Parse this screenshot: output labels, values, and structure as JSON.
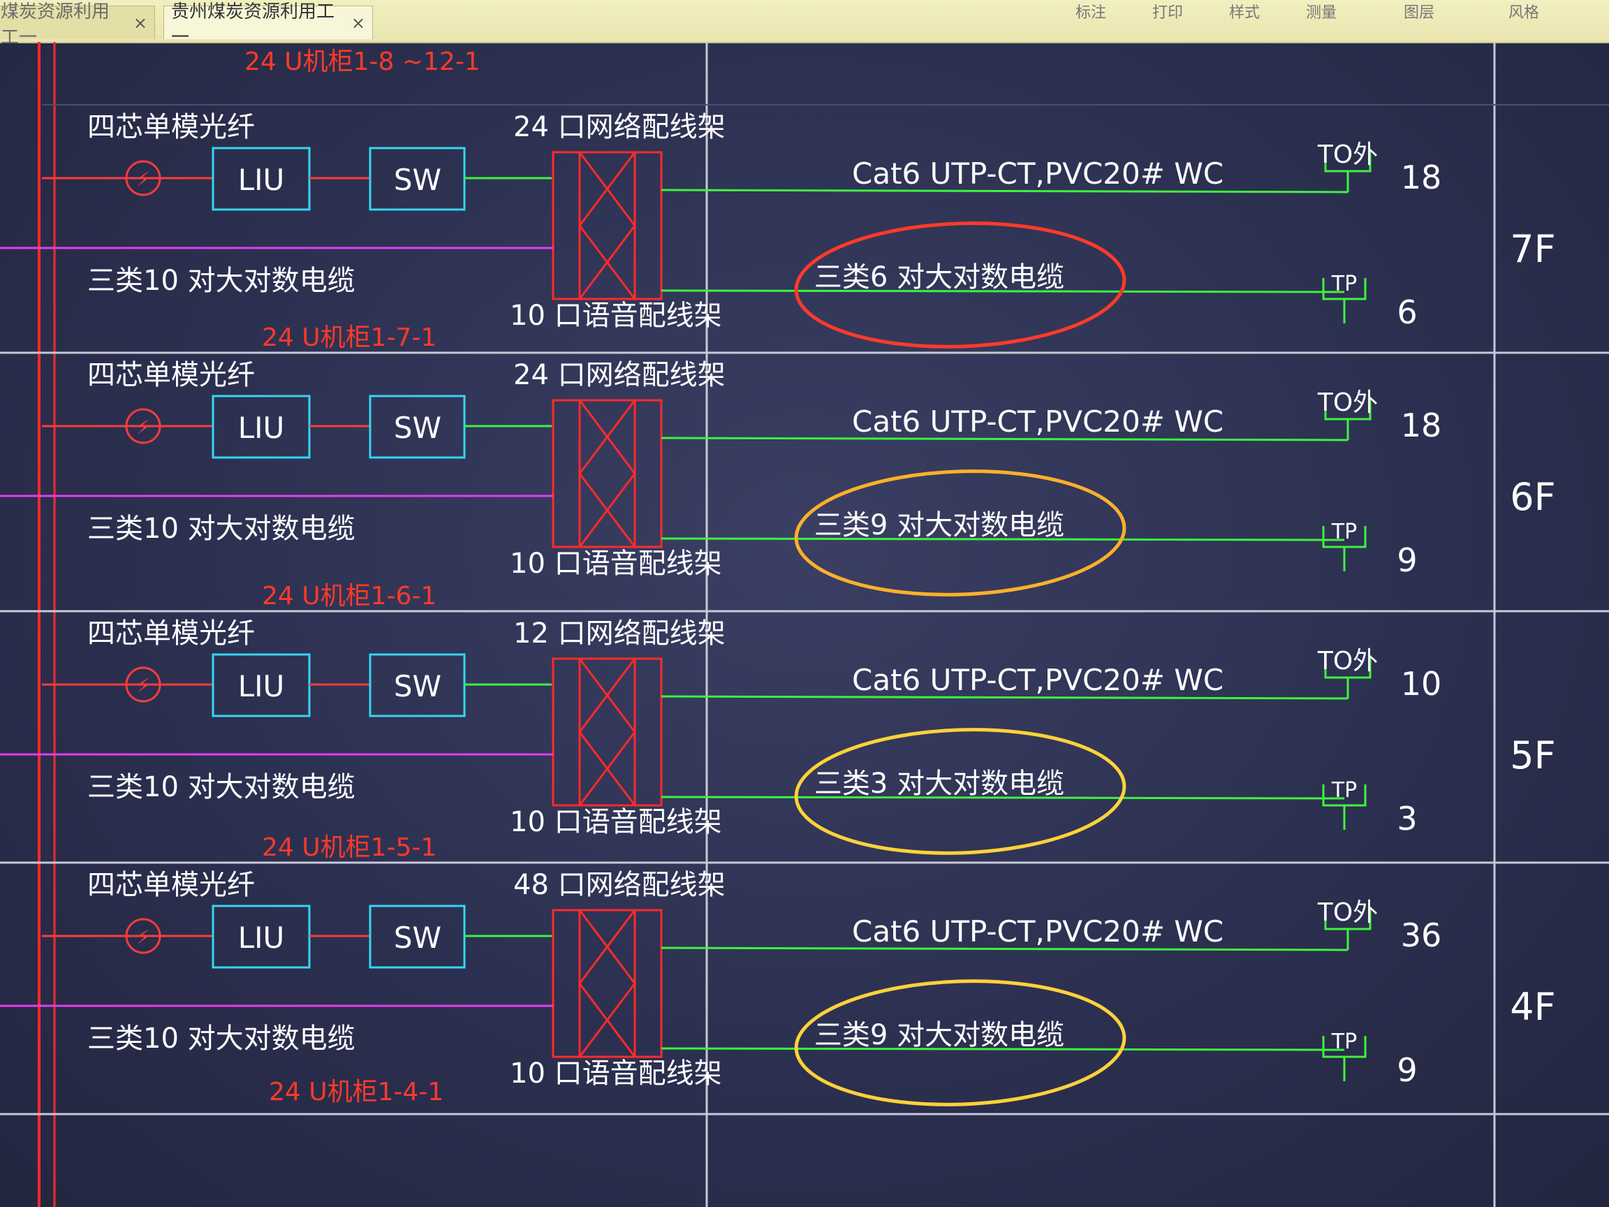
{
  "tabs": [
    {
      "label": "煤炭资源利用工一",
      "close": "×",
      "active": false
    },
    {
      "label": "贵州煤炭资源利用工一",
      "close": "×",
      "active": true
    }
  ],
  "toolbar": [
    "标注",
    "打印",
    "样式",
    "测量",
    "图层",
    "风格"
  ],
  "colors": {
    "riser": "#ff2a2a",
    "fiber": "#ff3b3b",
    "device_box": "#35d6f2",
    "cable_green": "#3ff23f",
    "voice_magenta": "#e63cf0",
    "annot_red": "#ff3a2a",
    "annot_orange": "#ffb02a",
    "annot_yellow": "#ffd23a",
    "text_white": "#ffffff",
    "grid": "#c8c8d8"
  },
  "floors": [
    {
      "floor": "7F",
      "cabinet": "24 U机柜1-8 ~12-1",
      "fiber_label": "四芯单模光纤",
      "liu": "LIU",
      "sw": "SW",
      "net_patch": "24 口网络配线架",
      "voice_patch": "10 口语音配线架",
      "voice_cable": "三类10 对大对数电缆",
      "cat6": "Cat6  UTP-CT,PVC20#    WC",
      "to_label": "TO外",
      "to_count": "18",
      "tp_label": "TP",
      "tp_count": "6",
      "annotation": "三类6 对大对数电缆",
      "annot_color": "annot_red"
    },
    {
      "floor": "6F",
      "cabinet": "24 U机柜1-7-1",
      "fiber_label": "四芯单模光纤",
      "liu": "LIU",
      "sw": "SW",
      "net_patch": "24 口网络配线架",
      "voice_patch": "10 口语音配线架",
      "voice_cable": "三类10 对大对数电缆",
      "cat6": "Cat6  UTP-CT,PVC20#    WC",
      "to_label": "TO外",
      "to_count": "18",
      "tp_label": "TP",
      "tp_count": "9",
      "annotation": "三类9 对大对数电缆",
      "annot_color": "annot_orange"
    },
    {
      "floor": "5F",
      "cabinet": "24 U机柜1-6-1",
      "fiber_label": "四芯单模光纤",
      "liu": "LIU",
      "sw": "SW",
      "net_patch": "12 口网络配线架",
      "voice_patch": "10 口语音配线架",
      "voice_cable": "三类10 对大对数电缆",
      "cat6": "Cat6  UTP-CT,PVC20#    WC",
      "to_label": "TO外",
      "to_count": "10",
      "tp_label": "TP",
      "tp_count": "3",
      "annotation": "三类3 对大对数电缆",
      "annot_color": "annot_yellow"
    },
    {
      "floor": "4F",
      "cabinet": "24 U机柜1-5-1",
      "fiber_label": "四芯单模光纤",
      "liu": "LIU",
      "sw": "SW",
      "net_patch": "48 口网络配线架",
      "voice_patch": "10 口语音配线架",
      "voice_cable": "三类10 对大对数电缆",
      "cat6": "Cat6  UTP-CT,PVC20#    WC",
      "to_label": "TO外",
      "to_count": "36",
      "tp_label": "TP",
      "tp_count": "9",
      "annotation": "三类9 对大对数电缆",
      "annot_color": "annot_yellow",
      "cabinet_below": "24 U机柜1-4-1"
    }
  ]
}
